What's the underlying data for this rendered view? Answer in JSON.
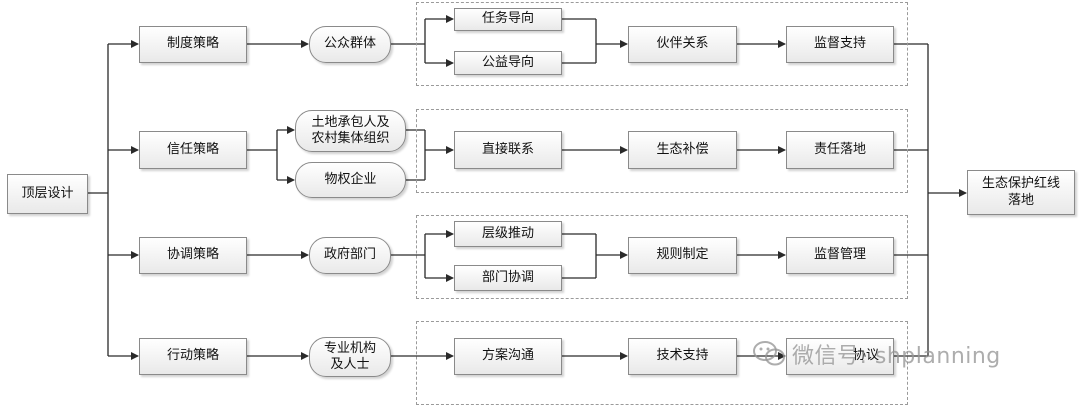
{
  "nodes": {
    "top_design": "顶层设计",
    "institutional_strategy": "制度策略",
    "trust_strategy": "信任策略",
    "coordination_strategy": "协调策略",
    "action_strategy": "行动策略",
    "public_groups": "公众群体",
    "land_contractors_line1": "土地承包人及",
    "land_contractors_line2": "农村集体组织",
    "property_enterprises": "物权企业",
    "government_departments": "政府部门",
    "professionals_line1": "专业机构",
    "professionals_line2": "及人士",
    "task_oriented": "任务导向",
    "public_welfare_oriented": "公益导向",
    "direct_contact": "直接联系",
    "level_promotion": "层级推动",
    "department_coordination": "部门协调",
    "plan_communication": "方案沟通",
    "partnership": "伙伴关系",
    "ecological_compensation": "生态补偿",
    "rule_making": "规则制定",
    "technical_support": "技术支持",
    "supervision_support": "监督支持",
    "responsibility_implementation": "责任落地",
    "supervision_management": "监督管理",
    "last_row_end": "协议",
    "final_line1": "生态保护红线",
    "final_line2": "落地"
  },
  "watermark": "微信号: shplanning",
  "colors": {
    "line": "#2a2a2a",
    "dashed": "#9a9a9a",
    "node_border": "#8a8a8a"
  }
}
